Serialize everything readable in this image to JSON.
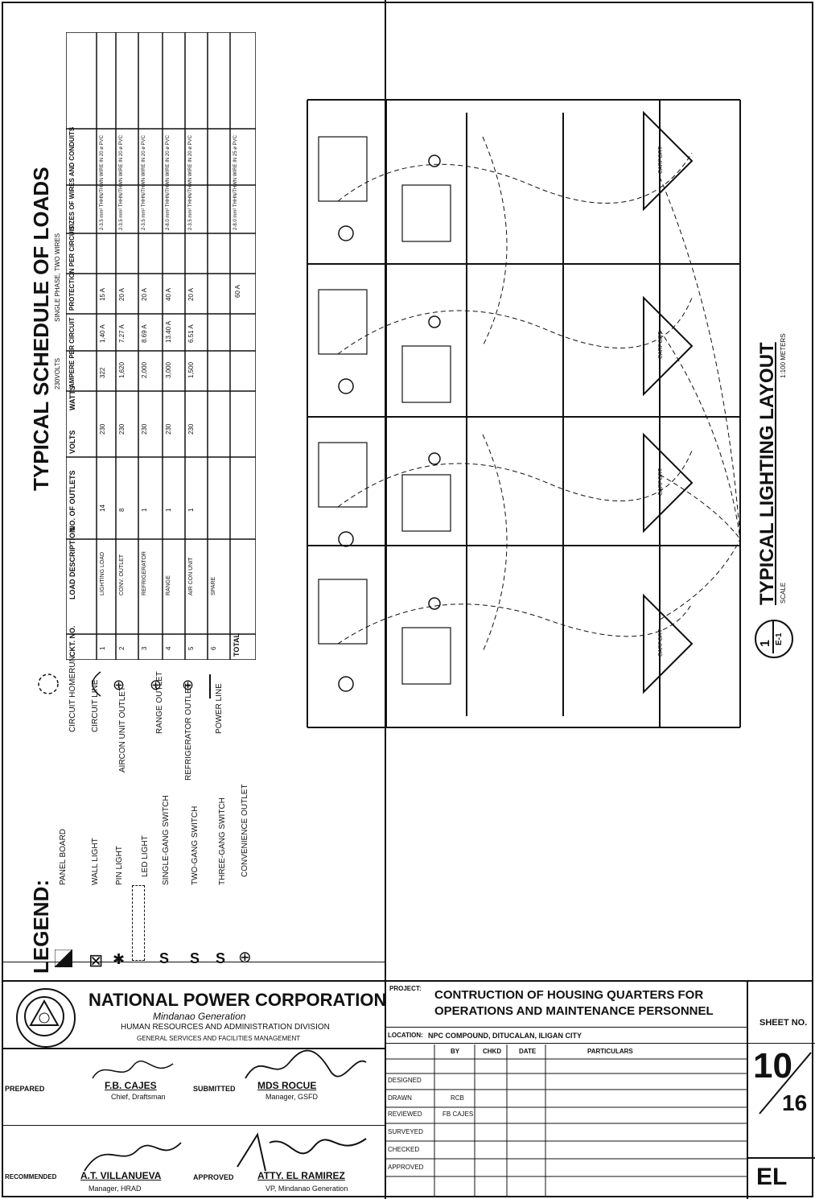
{
  "legend": {
    "title": "LEGEND:",
    "items": [
      {
        "symbol": "panel-board-icon",
        "label": "PANEL BOARD"
      },
      {
        "symbol": "wall-light-icon",
        "label": "WALL LIGHT"
      },
      {
        "symbol": "pin-light-icon",
        "label": "PIN LIGHT"
      },
      {
        "symbol": "led-light-icon",
        "label": "LED LIGHT"
      },
      {
        "symbol": "single-gang-switch-icon",
        "label": "SINGLE-GANG SWITCH"
      },
      {
        "symbol": "two-gang-switch-icon",
        "label": "TWO-GANG SWITCH"
      },
      {
        "symbol": "three-gang-switch-icon",
        "label": "THREE-GANG SWITCH"
      },
      {
        "symbol": "convenience-outlet-icon",
        "label": "CONVENIENCE OUTLET"
      },
      {
        "symbol": "circuit-homerun-icon",
        "label": "CIRCUIT HOMERUN"
      },
      {
        "symbol": "circuit-line-icon",
        "label": "CIRCUIT LINE"
      },
      {
        "symbol": "aircon-outlet-icon",
        "label": "AIRCON UNIT OUTLET"
      },
      {
        "symbol": "range-outlet-icon",
        "label": "RANGE OUTLET"
      },
      {
        "symbol": "refrigerator-outlet-icon",
        "label": "REFRIGERATOR OUTLET"
      },
      {
        "symbol": "power-line-icon",
        "label": "POWER LINE"
      }
    ]
  },
  "schedule": {
    "title": "TYPICAL SCHEDULE OF LOADS",
    "subtitle_left": "230VOLTS",
    "subtitle_right": "SINGLE PHASE, TWO WIRES",
    "headers": [
      "CKT. NO.",
      "LOAD DESCRIPTION",
      "NO. OF OUTLETS",
      "VOLTS",
      "WATTS",
      "AMPERE PER CIRCUIT",
      "PROTECTION PER CIRCUIT",
      "SIZES OF WIRES AND CONDUITS"
    ],
    "rows": [
      [
        "1",
        "LIGHTING LOAD",
        "14",
        "230",
        "322",
        "1.40 A",
        "15 A",
        "2-3.5 mm² THHN/THWN WIRE IN 20 ø PVC"
      ],
      [
        "2",
        "CONV. OUTLET",
        "8",
        "230",
        "1,620",
        "7.27 A",
        "20 A",
        "2-3.5 mm² THHN/THWN WIRE IN 20 ø PVC"
      ],
      [
        "3",
        "REFRIGERATOR",
        "1",
        "230",
        "2,000",
        "8.69 A",
        "20 A",
        "2-3.5 mm² THHN/THWN WIRE IN 20 ø PVC"
      ],
      [
        "4",
        "RANGE",
        "1",
        "230",
        "3,000",
        "13.40 A",
        "40 A",
        "2-8.0 mm² THHN/THWN WIRE IN 20 ø PVC"
      ],
      [
        "5",
        "AIR CON UNIT",
        "1",
        "230",
        "1,500",
        "6.51 A",
        "20 A",
        "2-3.5 mm² THHN/THWN WIRE IN 20 ø PVC"
      ],
      [
        "6",
        "SPARE",
        "",
        "",
        "",
        "",
        "",
        ""
      ]
    ],
    "total_label": "TOTAL",
    "total_protection": "60 A",
    "total_wire": "2-8.0 mm² THHN/THWN WIRE IN 25 ø PVC"
  },
  "layout": {
    "title": "TYPICAL LIGHTING LAYOUT",
    "scale_label": "SCALE",
    "scale_value": "1:100 METERS",
    "detail_number": "1",
    "detail_sheet": "E-1",
    "room_labels": [
      "CARPORT",
      "CARPORT",
      "CARPORT",
      "CARPORT"
    ]
  },
  "title_block": {
    "company": "NATIONAL POWER CORPORATION",
    "subtitle1": "Mindanao Generation",
    "subtitle2": "HUMAN RESOURCES AND ADMINISTRATION DIVISION",
    "subtitle3": "GENERAL SERVICES AND FACILITIES MANAGEMENT",
    "prepared_label": "PREPARED",
    "prepared_name": "F.B. CAJES",
    "prepared_title": "Chief, Draftsman",
    "submitted_label": "SUBMITTED",
    "submitted_name": "MDS ROCUE",
    "submitted_title": "Manager, GSFD",
    "recommended_label": "RECOMMENDED",
    "recommended_name": "A.T. VILLANUEVA",
    "recommended_title": "Manager, HRAD",
    "approved_label": "APPROVED",
    "approved_name": "ATTY. EL RAMIREZ",
    "approved_title": "VP, Mindanao Generation",
    "project_label": "PROJECT:",
    "project_line1": "CONTRUCTION OF HOUSING QUARTERS FOR",
    "project_line2": "OPERATIONS AND MAINTENANCE PERSONNEL",
    "location_label": "LOCATION:",
    "location_value": "NPC COMPOUND, DITUCALAN, ILIGAN CITY",
    "grid_headers": [
      "BY",
      "CHKD",
      "DATE",
      "PARTICULARS"
    ],
    "grid_rows": [
      "DESIGNED",
      "DRAWN",
      "REVIEWED",
      "SURVEYED",
      "CHECKED",
      "APPROVED"
    ],
    "drawn_by": "RCB",
    "reviewed_by": "FB CAJES",
    "sheet_label": "SHEET NO.",
    "sheet_number": "10",
    "sheet_total": "16",
    "discipline": "EL"
  }
}
